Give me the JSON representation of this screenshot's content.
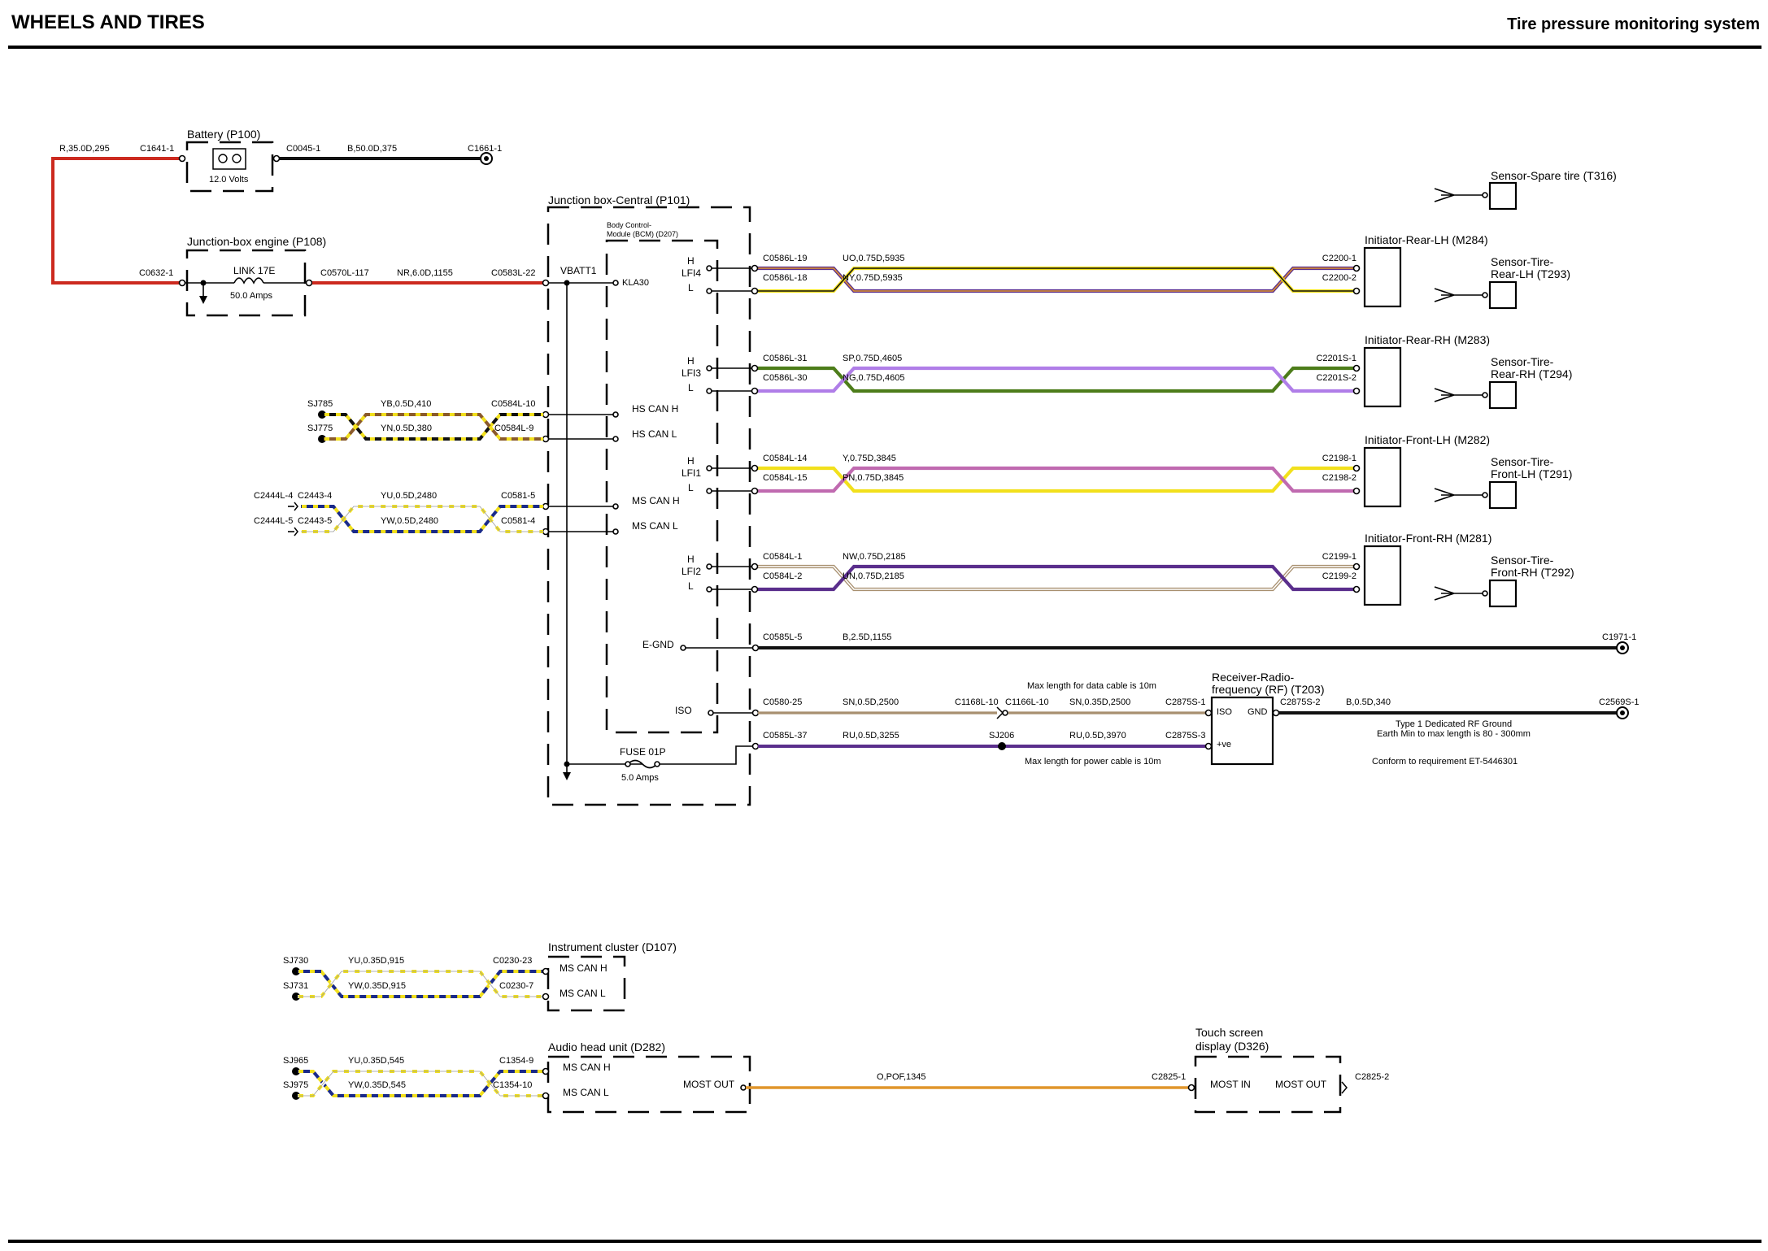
{
  "header": {
    "title": "WHEELS AND TIRES",
    "subtitle": "Tire pressure monitoring system"
  },
  "components": {
    "battery": "Battery (P100)",
    "battery_voltage": "12.0 Volts",
    "jb_engine": "Junction-box engine (P108)",
    "link": "LINK 17E",
    "link_rating": "50.0 Amps",
    "jb_central": "Junction box-Central (P101)",
    "bcm_line1": "Body Control-",
    "bcm_line2": "Module (BCM) (D207)",
    "vbatt": "VBATT1",
    "kla30": "KLA30",
    "hs_can_h": "HS CAN H",
    "hs_can_l": "HS CAN L",
    "ms_can_h": "MS CAN H",
    "ms_can_l": "MS CAN L",
    "e_gnd": "E-GND",
    "iso": "ISO",
    "fuse": "FUSE 01P",
    "fuse_rating": "5.0 Amps",
    "receiver_line1": "Receiver-Radio-",
    "receiver_line2": "frequency (RF) (T203)",
    "receiver_iso": "ISO",
    "receiver_gnd": "GND",
    "receiver_ve": "+ve",
    "instrument_cluster": "Instrument cluster (D107)",
    "audio_head_unit": "Audio head unit (D282)",
    "most_out": "MOST OUT",
    "touch_screen_line1": "Touch screen",
    "touch_screen_line2": "display (D326)",
    "most_in": "MOST IN"
  },
  "initiators": [
    {
      "name": "Initiator-Rear-LH (M284)",
      "lfi": "LFI4",
      "h": "H",
      "l": "L",
      "bcm_h": "C0586L-19",
      "bcm_l": "C0586L-18",
      "wire_h": "UO,0.75D,5935",
      "wire_l": "NY,0.75D,5935",
      "conn_h": "C2200-1",
      "conn_l": "C2200-2",
      "sensor_line1": "Sensor-Tire-",
      "sensor_line2": "Rear-LH (T293)"
    },
    {
      "name": "Initiator-Rear-RH (M283)",
      "lfi": "LFI3",
      "h": "H",
      "l": "L",
      "bcm_h": "C0586L-31",
      "bcm_l": "C0586L-30",
      "wire_h": "SP,0.75D,4605",
      "wire_l": "NG,0.75D,4605",
      "conn_h": "C2201S-1",
      "conn_l": "C2201S-2",
      "sensor_line1": "Sensor-Tire-",
      "sensor_line2": "Rear-RH (T294)"
    },
    {
      "name": "Initiator-Front-LH (M282)",
      "lfi": "LFI1",
      "h": "H",
      "l": "L",
      "bcm_h": "C0584L-14",
      "bcm_l": "C0584L-15",
      "wire_h": "Y,0.75D,3845",
      "wire_l": "PN,0.75D,3845",
      "conn_h": "C2198-1",
      "conn_l": "C2198-2",
      "sensor_line1": "Sensor-Tire-",
      "sensor_line2": "Front-LH (T291)"
    },
    {
      "name": "Initiator-Front-RH (M281)",
      "lfi": "LFI2",
      "h": "H",
      "l": "L",
      "bcm_h": "C0584L-1",
      "bcm_l": "C0584L-2",
      "wire_h": "NW,0.75D,2185",
      "wire_l": "UN,0.75D,2185",
      "conn_h": "C2199-1",
      "conn_l": "C2199-2",
      "sensor_line1": "Sensor-Tire-",
      "sensor_line2": "Front-RH (T292)"
    }
  ],
  "spare_sensor": "Sensor-Spare tire (T316)",
  "wires": {
    "bat_pos": "R,35.0D,295",
    "c1641": "C1641-1",
    "c0045": "C0045-1",
    "bat_neg": "B,50.0D,375",
    "c1661": "C1661-1",
    "c0632": "C0632-1",
    "c0570": "C0570L-117",
    "feed": "NR,6.0D,1155",
    "c0583": "C0583L-22",
    "sj785": "SJ785",
    "sj775": "SJ775",
    "hs_h": "YB,0.5D,410",
    "hs_l": "YN,0.5D,380",
    "c0584_10": "C0584L-10",
    "c0584_9": "C0584L-9",
    "c2444_4": "C2444L-4",
    "c2443_4": "C2443-4",
    "c2444_5": "C2444L-5",
    "c2443_5": "C2443-5",
    "ms_h": "YU,0.5D,2480",
    "ms_l": "YW,0.5D,2480",
    "c0581_5": "C0581-5",
    "c0581_4": "C0581-4",
    "c0585": "C0585L-5",
    "gnd_wire": "B,2.5D,1155",
    "c1971": "C1971-1",
    "c0580": "C0580-25",
    "iso_wire1": "SN,0.5D,2500",
    "c1168": "C1168L-10",
    "c1166": "C1166L-10",
    "iso_wire2": "SN,0.35D,2500",
    "c2875_1": "C2875S-1",
    "max_data": "Max length for data cable is 10m",
    "c0585_37": "C0585L-37",
    "pwr_wire1": "RU,0.5D,3255",
    "sj206": "SJ206",
    "pwr_wire2": "RU,0.5D,3970",
    "c2875_3": "C2875S-3",
    "max_power": "Max length for power cable is 10m",
    "c2875_2": "C2875S-2",
    "rf_gnd_wire": "B,0.5D,340",
    "c2569": "C2569S-1",
    "rf_note1": "Type 1 Dedicated RF Ground",
    "rf_note2": "Earth Min to max length is 80 - 300mm",
    "rf_note3": "Conform to requirement ET-5446301",
    "sj730": "SJ730",
    "sj731": "SJ731",
    "ic_h": "YU,0.35D,915",
    "ic_l": "YW,0.35D,915",
    "c0230_23": "C0230-23",
    "c0230_7": "C0230-7",
    "sj965": "SJ965",
    "sj975": "SJ975",
    "ahu_h": "YU,0.35D,545",
    "ahu_l": "YW,0.35D,545",
    "c1354_9": "C1354-9",
    "c1354_10": "C1354-10",
    "most_wire": "O,POF,1345",
    "c2825_1": "C2825-1",
    "c2825_2": "C2825-2"
  },
  "colors": {
    "red": "#cc2a1f",
    "black": "#111111",
    "yellow": "#f2e01c",
    "brown": "#8a5a2b",
    "blue": "#1a2a8a",
    "purple": "#b07ee8",
    "green": "#4d7d1a",
    "pink": "#c06ab0",
    "white": "#ffffff",
    "tan": "#a89070",
    "violet": "#5a2e8c",
    "orange": "#e0952c",
    "ground": "#000000"
  }
}
